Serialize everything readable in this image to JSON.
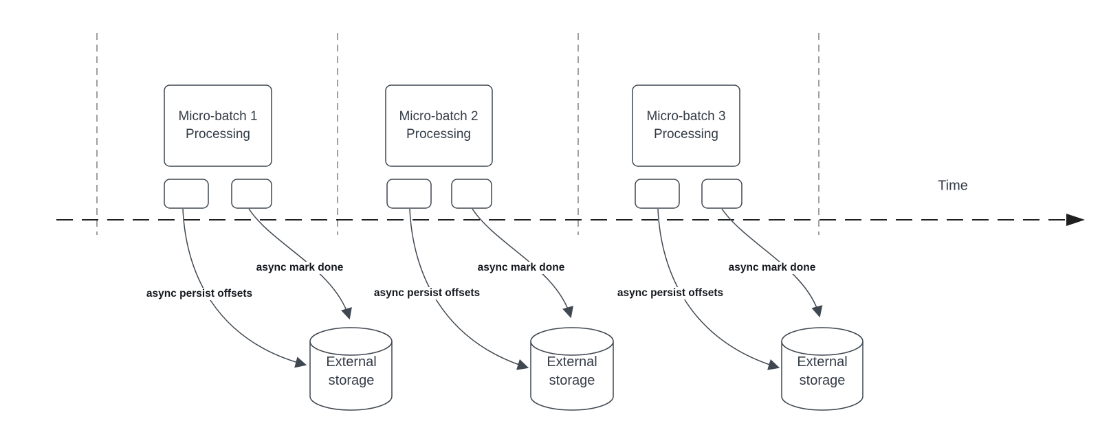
{
  "diagram": {
    "time_axis": {
      "label": "Time"
    },
    "sections": [
      {
        "processing_box": {
          "line1": "Micro-batch 1",
          "line2": "Processing"
        },
        "persist_arrow_label": "async persist offsets",
        "mark_done_arrow_label": "async mark done",
        "storage": {
          "line1": "External",
          "line2": "storage"
        }
      },
      {
        "processing_box": {
          "line1": "Micro-batch 2",
          "line2": "Processing"
        },
        "persist_arrow_label": "async persist offsets",
        "mark_done_arrow_label": "async mark done",
        "storage": {
          "line1": "External",
          "line2": "storage"
        }
      },
      {
        "processing_box": {
          "line1": "Micro-batch 3",
          "line2": "Processing"
        },
        "persist_arrow_label": "async persist offsets",
        "mark_done_arrow_label": "async mark done",
        "storage": {
          "line1": "External",
          "line2": "storage"
        }
      }
    ],
    "colors": {
      "stroke": "#3f4750",
      "timeline": "#1f1f1f",
      "gridline": "#a0a0a0",
      "text": "#333b46",
      "label_text": "#14181d",
      "bg": "#ffffff"
    }
  }
}
